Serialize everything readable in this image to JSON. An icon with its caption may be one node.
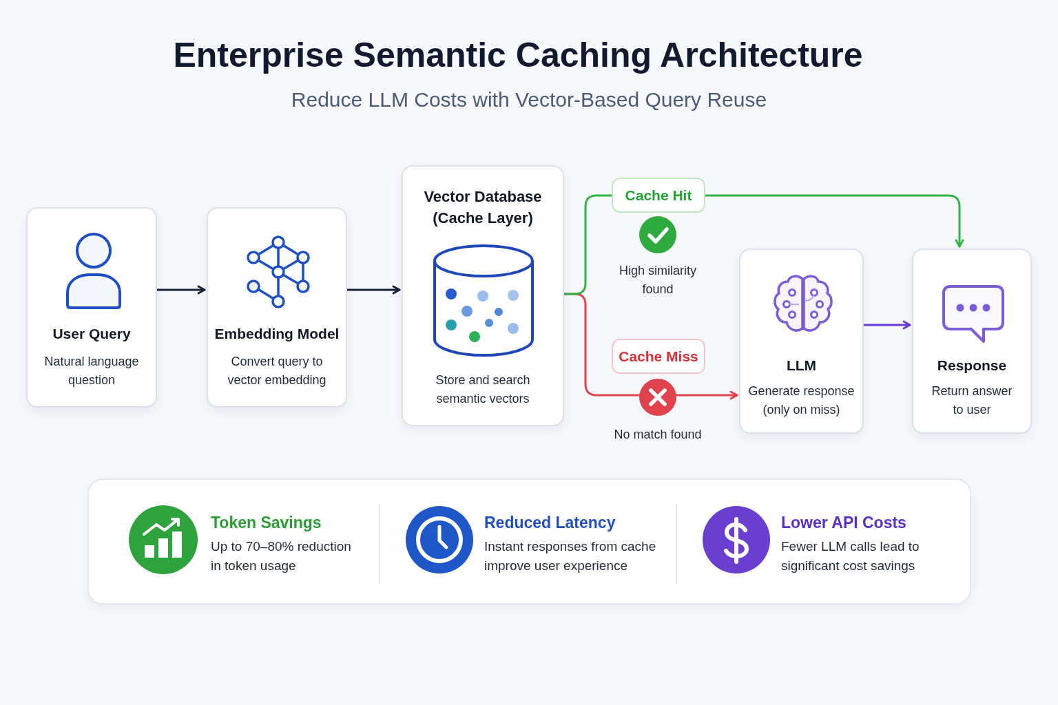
{
  "diagram": {
    "title": "Enterprise Semantic Caching Architecture",
    "nodes": [
      {
        "text": [
          "User Query",
          "Natural language question"
        ]
      },
      {
        "text": [
          "Embedding Model",
          "Convert query to vector embedding"
        ]
      },
      {
        "text": [
          "Vector Database (Cache Layer)",
          "Store and search semantic vectors"
        ]
      },
      {
        "text": [
          "Cache Hit"
        ]
      },
      {
        "text": [
          "Cache Miss"
        ]
      },
      {
        "text": [
          "LLM",
          "Generate response (only on miss)"
        ]
      },
      {
        "text": [
          "Response",
          "Return answer to user"
        ]
      },
      {
        "text": [
          "Token Savings",
          "Up to 70–80% reduction in token usage",
          "Reduced Latency",
          "Instant responses from cache improve user experience",
          "Lower API Costs",
          "Fewer LLM calls lead to significant cost savings"
        ]
      }
    ],
    "edges": [
      {
        "from": 0,
        "to": 1,
        "arrow": "to"
      },
      {
        "from": 1,
        "to": 2,
        "arrow": "to"
      },
      {
        "from": 2,
        "to": 3,
        "arrow": "none",
        "color": "#2fb344"
      },
      {
        "from": 3,
        "to": 6,
        "arrow": "to",
        "color": "#2fb344"
      },
      {
        "from": 2,
        "to": 5,
        "arrow": "to",
        "color": "#e0434d"
      },
      {
        "from": 5,
        "to": 6,
        "arrow": "to",
        "color": "#6a3fd6"
      }
    ],
    "labels": [
      "Reduce LLM Costs with Vector-Based Query Reuse",
      "High similarity found",
      "No match found"
    ]
  }
}
